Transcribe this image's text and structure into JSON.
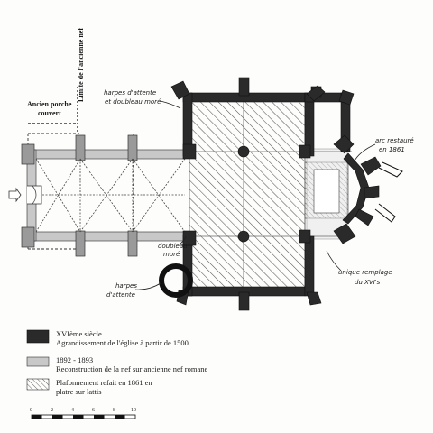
{
  "plan_labels": {
    "nave_limit": "Limite de l'ancienne nef",
    "porch_line1": "Ancien porche",
    "porch_line2": "couvert",
    "harpes_top_line1": "harpes d'attente",
    "harpes_top_line2": "et doubleau moré",
    "arc_line1": "arc restauré",
    "arc_line2": "en 1861",
    "doubleau_line1": "doubleau",
    "doubleau_line2": "moré",
    "harpes_bottom_line1": "harpes",
    "harpes_bottom_line2": "d'attente",
    "remplage_line1": "unique remplage",
    "remplage_line2": "du XVI's"
  },
  "legend": {
    "items": [
      {
        "line1": "XVIème siècle",
        "line2": "Agrandissement de l'église à partir de 1500",
        "swatch": "solid-dark"
      },
      {
        "line1": "1892 - 1893",
        "line2": "Reconstruction de la nef sur ancienne nef romane",
        "swatch": "light-gray"
      },
      {
        "line1": "Plafonnement refait en 1861 en",
        "line2": "platre sur lattis",
        "swatch": "hatched"
      }
    ]
  },
  "scale": {
    "ticks": [
      "0",
      "2",
      "4",
      "6",
      "8",
      "10"
    ]
  },
  "colors": {
    "ink": "#1b1b1b",
    "old_wall": "#2a2a2a",
    "new_wall": "#c8c8c8",
    "hatch": "#5a5a5a",
    "paper": "#fdfdfc"
  }
}
